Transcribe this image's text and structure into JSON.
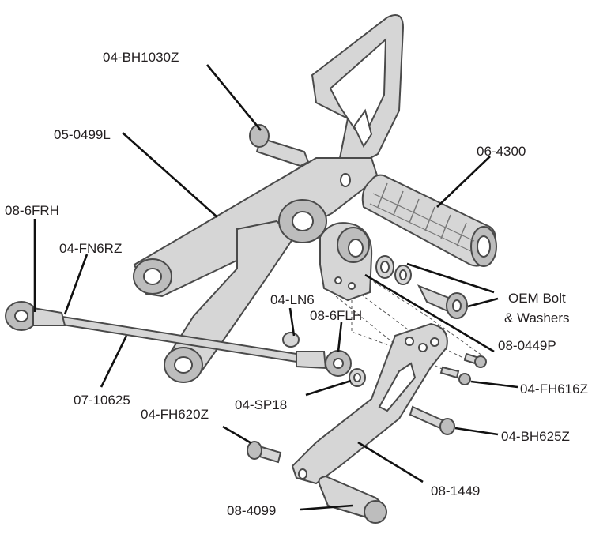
{
  "diagram": {
    "labels": [
      {
        "id": "04-BH1030Z",
        "text": "04-BH1030Z"
      },
      {
        "id": "05-0499L",
        "text": "05-0499L"
      },
      {
        "id": "06-4300",
        "text": "06-4300"
      },
      {
        "id": "08-6FRH",
        "text": "08-6FRH"
      },
      {
        "id": "04-FN6RZ",
        "text": "04-FN6RZ"
      },
      {
        "id": "04-LN6",
        "text": "04-LN6"
      },
      {
        "id": "08-6FLH",
        "text": "08-6FLH"
      },
      {
        "id": "OEM-Bolt-1",
        "text": "OEM Bolt"
      },
      {
        "id": "OEM-Bolt-2",
        "text": "& Washers"
      },
      {
        "id": "08-0449P",
        "text": "08-0449P"
      },
      {
        "id": "07-10625",
        "text": "07-10625"
      },
      {
        "id": "04-SP18",
        "text": "04-SP18"
      },
      {
        "id": "04-FH616Z",
        "text": "04-FH616Z"
      },
      {
        "id": "04-FH620Z",
        "text": "04-FH620Z"
      },
      {
        "id": "04-BH625Z",
        "text": "04-BH625Z"
      },
      {
        "id": "08-1449",
        "text": "08-1449"
      },
      {
        "id": "08-4099",
        "text": "08-4099"
      }
    ]
  }
}
